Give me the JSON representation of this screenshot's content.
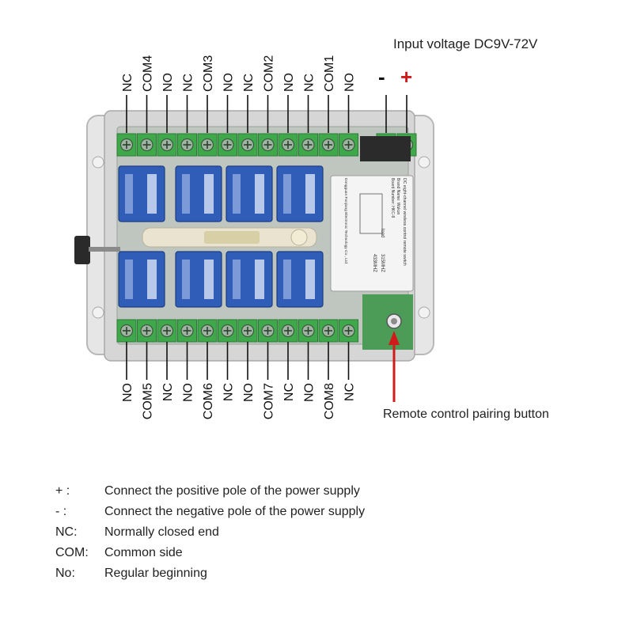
{
  "input_voltage": "Input voltage DC9V-72V",
  "power_terminals": {
    "minus": "-",
    "plus": "+"
  },
  "top_terminals": [
    "NC",
    "COM4",
    "NO",
    "NC",
    "COM3",
    "NO",
    "NC",
    "COM2",
    "NO",
    "NC",
    "COM1",
    "NO"
  ],
  "bottom_terminals": [
    "NO",
    "COM5",
    "NC",
    "NO",
    "COM6",
    "NC",
    "NO",
    "COM7",
    "NC",
    "NO",
    "COM8",
    "NC"
  ],
  "pairing_label": "Remote control pairing button",
  "legend": [
    {
      "key": "+ :",
      "desc": "Connect the positive pole of the power supply"
    },
    {
      "key": "- :",
      "desc": "Connect the negative pole of the power supply"
    },
    {
      "key": "NC:",
      "desc": "Normally closed end"
    },
    {
      "key": "COM:",
      "desc": "Common side"
    },
    {
      "key": "No:",
      "desc": "Regular beginning"
    }
  ],
  "module_label": {
    "lines": [
      "DC eight-channel wireless control remote switch",
      "Brand Name: Wukun",
      "Board Number: HKC-8",
      "load",
      "315MHZ",
      "433MHZ",
      "Dongguan Fanjiang Electronic Technology Co., Ltd"
    ]
  },
  "colors": {
    "terminal": "#3fa84a",
    "relay": "#2f5db8",
    "arrow": "#d11a1a",
    "case": "#dcdcdc"
  }
}
